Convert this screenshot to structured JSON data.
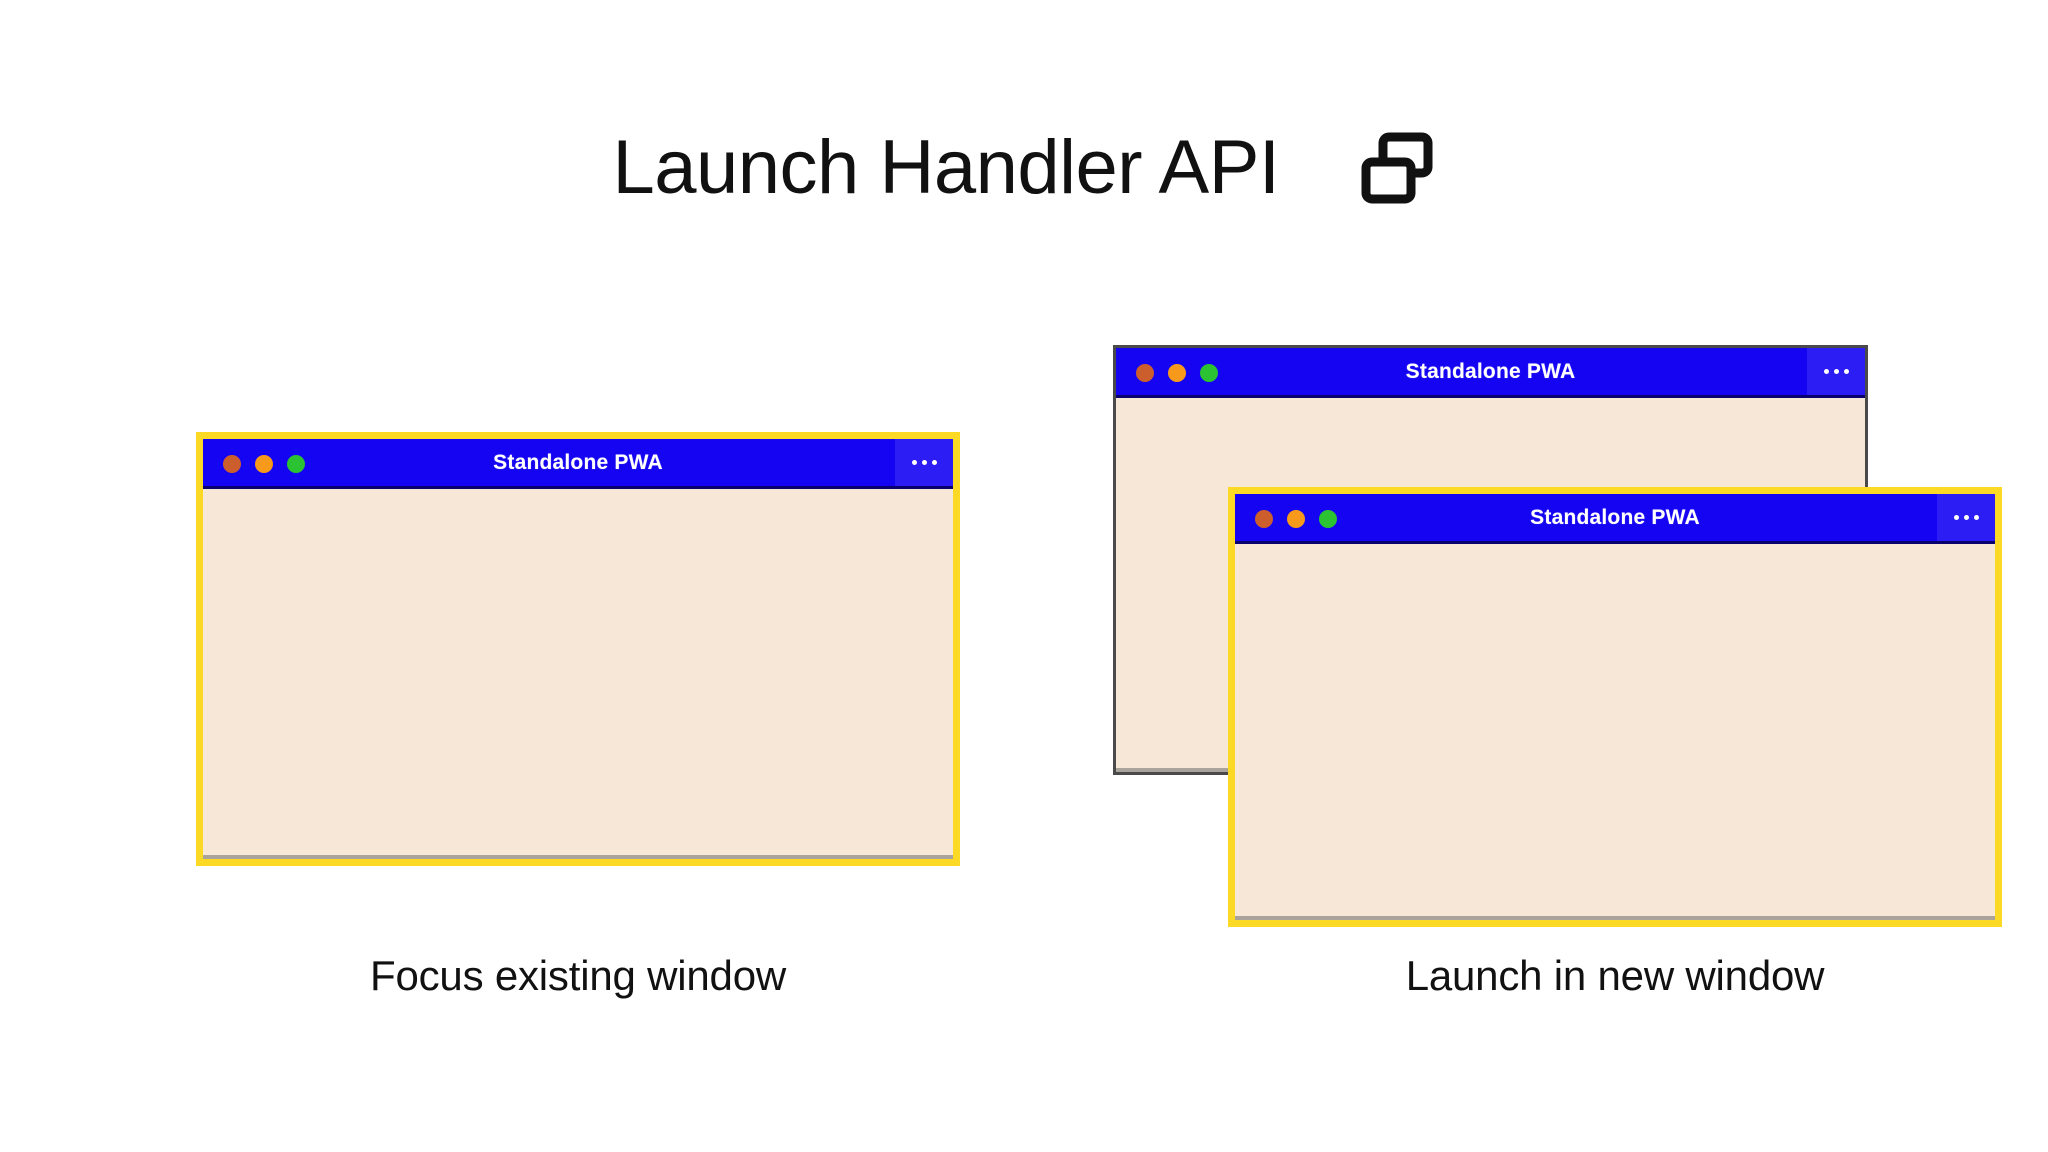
{
  "header": {
    "title": "Launch Handler API",
    "icon": "two-windows-icon"
  },
  "colors": {
    "page_background": "#FFFFFF",
    "titlebar_blue": "#1404F2",
    "menu_button_blue": "#2B1DF4",
    "window_body_cream": "#F6E7D7",
    "focus_border_yellow": "#FBD924",
    "unfocused_border_gray": "#4A4A4A",
    "traffic_red": "#CC5E2E",
    "traffic_yellow": "#F79A1B",
    "traffic_green": "#2BC332",
    "text_dark": "#111111",
    "titlebar_text": "#FFFFFF"
  },
  "scenarios": [
    {
      "id": "focus-existing-window",
      "caption": "Focus existing window",
      "windows": [
        {
          "id": "window-left",
          "title": "Standalone PWA",
          "focused": true,
          "menu_label": "•••",
          "traffic_lights": [
            "close",
            "minimize",
            "maximize"
          ]
        }
      ]
    },
    {
      "id": "launch-in-new-window",
      "caption": "Launch in new window",
      "windows": [
        {
          "id": "window-back-right",
          "title": "Standalone PWA",
          "focused": false,
          "menu_label": "•••",
          "traffic_lights": [
            "close",
            "minimize",
            "maximize"
          ]
        },
        {
          "id": "window-front-right",
          "title": "Standalone PWA",
          "focused": true,
          "menu_label": "•••",
          "traffic_lights": [
            "close",
            "minimize",
            "maximize"
          ]
        }
      ]
    }
  ]
}
